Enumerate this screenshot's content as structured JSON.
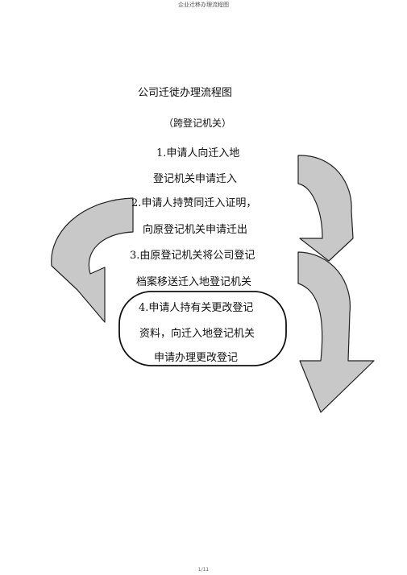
{
  "header": {
    "text": "企业迁移办理流程图"
  },
  "title": "公司迁徙办理流程图",
  "subtitle": "（跨登记机关）",
  "steps": [
    {
      "lines": [
        "1.申请人向迁入地",
        "登记机关申请迁入"
      ]
    },
    {
      "lines": [
        "2.申请人持赞同迁入证明，",
        "向原登记机关申请迁出"
      ]
    },
    {
      "lines": [
        "3.由原登记机关将公司登记",
        "档案移送迁入地登记机关"
      ]
    },
    {
      "lines": [
        "4.申请人持有关更改登记",
        "资料，向迁入地登记机关",
        "申请办理更改登记"
      ]
    }
  ],
  "footer": {
    "page": "1/11"
  },
  "colors": {
    "arrow_fill": "#c8c8c8",
    "arrow_stroke": "#222222",
    "box_stroke": "#111111"
  }
}
